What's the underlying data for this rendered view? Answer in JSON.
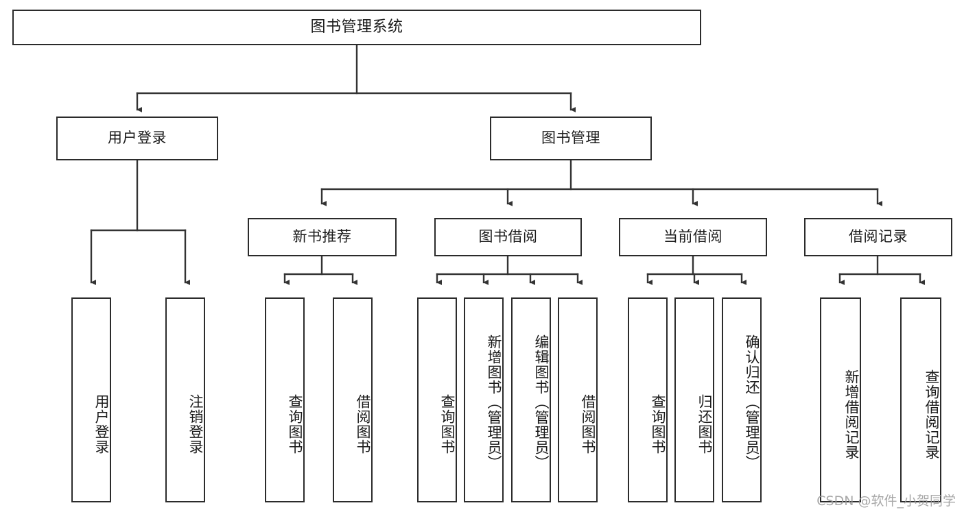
{
  "diagram": {
    "title": "图书管理系统",
    "type": "tree",
    "watermark": "CSDN @软件_小贺同学",
    "colors": {
      "border": "#2b2b2b",
      "background": "#ffffff",
      "text": "#1a1a1a",
      "edge": "#333333",
      "watermark": "#9a9a9a"
    },
    "levels": {
      "root": {
        "label": "图书管理系统"
      },
      "level2": [
        {
          "id": "user-login",
          "label": "用户登录"
        },
        {
          "id": "book-manage",
          "label": "图书管理"
        }
      ],
      "level3": [
        {
          "id": "new-book-rec",
          "label": "新书推荐"
        },
        {
          "id": "book-borrow",
          "label": "图书借阅"
        },
        {
          "id": "current-borrow",
          "label": "当前借阅"
        },
        {
          "id": "borrow-record",
          "label": "借阅记录"
        }
      ],
      "leaves": [
        {
          "id": "leaf-user-login",
          "label": "用户登录",
          "parent": "user-login"
        },
        {
          "id": "leaf-logout",
          "label": "注销登录",
          "parent": "user-login"
        },
        {
          "id": "leaf-query-book-1",
          "label": "查询图书",
          "parent": "new-book-rec"
        },
        {
          "id": "leaf-borrow-book-1",
          "label": "借阅图书",
          "parent": "new-book-rec"
        },
        {
          "id": "leaf-query-book-2",
          "label": "查询图书",
          "parent": "book-borrow"
        },
        {
          "id": "leaf-add-book",
          "label": "新增图书（管理员）",
          "parent": "book-borrow"
        },
        {
          "id": "leaf-edit-book",
          "label": "编辑图书（管理员）",
          "parent": "book-borrow"
        },
        {
          "id": "leaf-borrow-book-2",
          "label": "借阅图书",
          "parent": "book-borrow"
        },
        {
          "id": "leaf-query-book-3",
          "label": "查询图书",
          "parent": "current-borrow"
        },
        {
          "id": "leaf-return-book",
          "label": "归还图书",
          "parent": "current-borrow"
        },
        {
          "id": "leaf-confirm-return",
          "label": "确认归还（管理员）",
          "parent": "current-borrow"
        },
        {
          "id": "leaf-add-record",
          "label": "新增借阅记录",
          "parent": "borrow-record"
        },
        {
          "id": "leaf-query-record",
          "label": "查询借阅记录",
          "parent": "borrow-record"
        }
      ]
    }
  }
}
